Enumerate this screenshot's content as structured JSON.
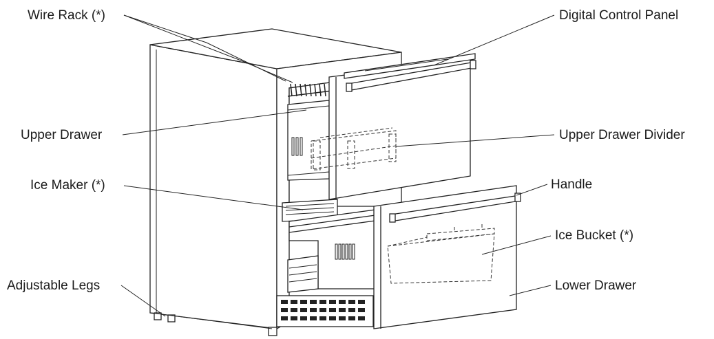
{
  "labels": {
    "wire_rack": "Wire Rack (*)",
    "upper_drawer": "Upper Drawer",
    "ice_maker": "Ice Maker (*)",
    "adjustable_legs": "Adjustable Legs",
    "digital_control_panel": "Digital Control Panel",
    "upper_drawer_divider": "Upper Drawer Divider",
    "handle": "Handle",
    "ice_bucket": "Ice Bucket (*)",
    "lower_drawer": "Lower Drawer"
  },
  "colors": {
    "line": "#222222",
    "text": "#1a1a1a",
    "background": "#ffffff"
  }
}
